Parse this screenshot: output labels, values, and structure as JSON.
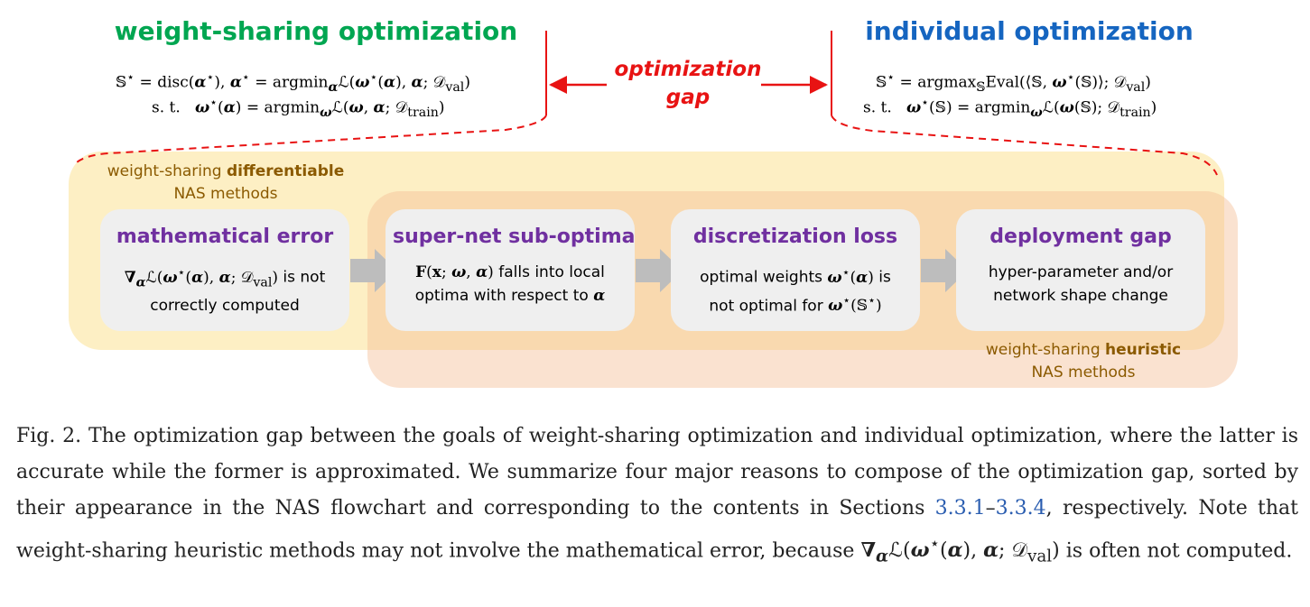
{
  "header": {
    "left_title": "weight-sharing optimization",
    "right_title": "individual optimization",
    "gap_label_line1": "optimization",
    "gap_label_line2": "gap"
  },
  "zones": {
    "yellow_label_prefix": "weight-sharing ",
    "yellow_label_bold": "differentiable",
    "yellow_label_line2": "NAS methods",
    "orange_label_prefix": "weight-sharing ",
    "orange_label_bold": "heuristic",
    "orange_label_line2": "NAS methods"
  },
  "cards": [
    {
      "title": "mathematical error",
      "body_suffix1": " is not",
      "body_line2": "correctly computed"
    },
    {
      "title": "super-net sub-optima",
      "body_suffix1": " falls into local",
      "body_line2_prefix": "optima with respect to "
    },
    {
      "title": "discretization loss",
      "body_prefix1": "optimal weights ",
      "body_suffix1": " is",
      "body_line2_prefix": "not optimal for "
    },
    {
      "title": "deployment gap",
      "body_line1": "hyper-parameter and/or",
      "body_line2": "network shape change"
    }
  ],
  "caption": {
    "part1": "Fig. 2.  The optimization gap between the goals of weight-sharing optimization and individual optimization, where the latter is accurate while the former is approximated. We summarize four major reasons to compose of the optimization gap, sorted by their appearance in the NAS flowchart and corresponding to the contents in Sections ",
    "ref1": "3.3.1",
    "dash": "–",
    "ref2": "3.3.4",
    "part2": ", respectively. Note that weight-sharing heuristic methods may not involve the mathematical error, because ",
    "part3": " is often not computed."
  },
  "colors": {
    "green_title": "#00a651",
    "blue_title": "#1565c0",
    "gap_red": "#e81313",
    "card_title_purple": "#7030a0",
    "yellow_zone": "#fdefc4",
    "orange_zone": "#f3be96",
    "card_gray": "#efefef"
  }
}
